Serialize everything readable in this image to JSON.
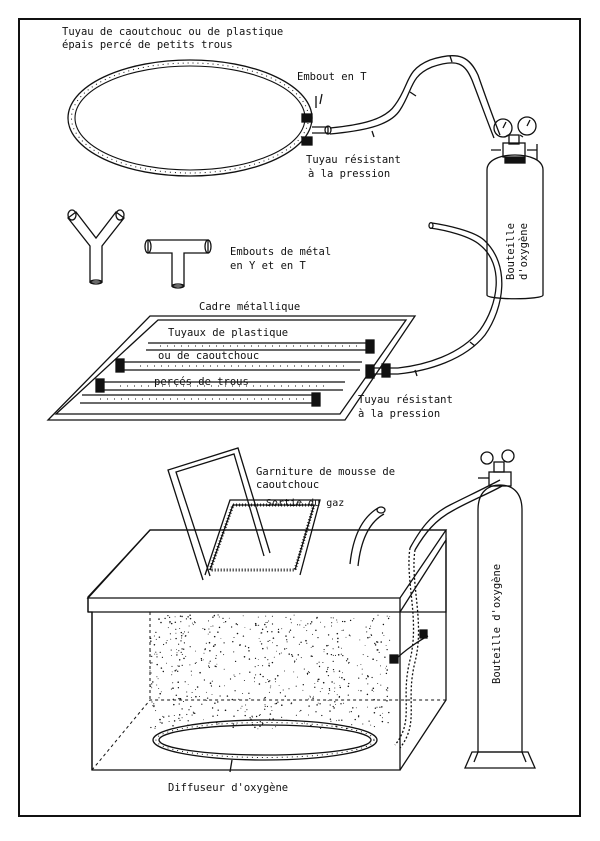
{
  "figure": {
    "labels": {
      "tube_material": "Tuyau de caoutchouc ou de plastique",
      "tube_material_2": "épais percé de petits trous",
      "t_fitting": "Embout en T",
      "pressure_hose_1": "Tuyau résistant",
      "pressure_hose_1b": "à la pression",
      "bottle_1a": "Bouteille",
      "bottle_1b": "d'oxygène",
      "fittings": "Embouts de métal",
      "fittings_2": "en Y et en T",
      "metal_frame": "Cadre métallique",
      "frame_tube_1": "Tuyaux de plastique",
      "frame_tube_2": "ou de caoutchouc",
      "frame_tube_3": "percés de trous",
      "pressure_hose_2": "Tuyau résistant",
      "pressure_hose_2b": "à la pression",
      "foam": "Garniture de mousse de",
      "foam_2": "caoutchouc",
      "gas_outlet": "Sortie du gaz",
      "bottle_2": "Bouteille d'oxygène",
      "diffuser": "Diffuseur d'oxygène"
    }
  }
}
